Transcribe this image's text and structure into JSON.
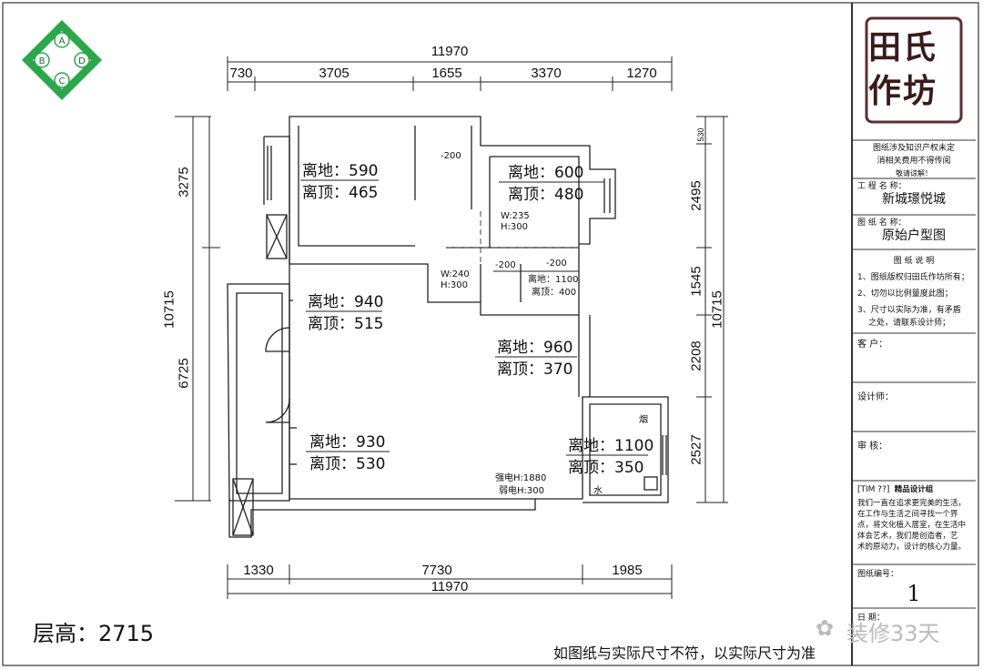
{
  "drawing": {
    "dims_top": {
      "total": "11970",
      "segments": [
        "730",
        "3705",
        "1655",
        "3370",
        "1270"
      ]
    },
    "dims_bottom": {
      "total": "11970",
      "segments": [
        "1330",
        "7730",
        "1985"
      ]
    },
    "dims_left": {
      "total": "10715",
      "segments": [
        "3275",
        "6725"
      ]
    },
    "dims_right": {
      "total": "10715",
      "segments": [
        "530",
        "2495",
        "1545",
        "2208",
        "2527"
      ]
    },
    "rooms": [
      {
        "floor": "离地：590",
        "ceiling": "离顶：465"
      },
      {
        "floor": "离地：600",
        "ceiling": "离顶：480"
      },
      {
        "floor": "离地：940",
        "ceiling": "离顶：515"
      },
      {
        "floor": "离地：960",
        "ceiling": "离顶：370"
      },
      {
        "floor": "离地：930",
        "ceiling": "离顶：530"
      },
      {
        "floor": "离地：1100",
        "ceiling": "离顶：350"
      }
    ],
    "small_notes": {
      "n1": "-200",
      "n2": "W:235",
      "n3": "H:300",
      "n4": "W:240",
      "n5": "H:300",
      "n6": "-200",
      "n7": "-200",
      "n8": "离地：1100",
      "n9": "离顶：400",
      "n10": "强电H:1880",
      "n11": "弱电H:300",
      "n12": "水",
      "n13": "烟"
    },
    "compass": {
      "a": "A",
      "b": "B",
      "c": "C",
      "d": "D"
    },
    "floor_height": "层高：2715",
    "disclaimer": "如图纸与实际尺寸不符，以实际尺寸为准",
    "watermark": "装修33天"
  },
  "title_block": {
    "logo": "田氏作坊",
    "copyright_line1": "图纸涉及知识产权未定",
    "copyright_line2": "消相关费用不得传阅",
    "copyright_line3": "敬请谅解！",
    "project_label": "工 程 名 称：",
    "project_value": "新城璟悦城",
    "drawing_label": "图 纸 名 称：",
    "drawing_value": "原始户型图",
    "notes_title": "图 纸 说 明",
    "note1": "1、图纸版权归田氏作坊所有；",
    "note2": "2、切勿以比例量度此图；",
    "note3": "3、尺寸以实际为准，有矛盾",
    "note3b": "之处，请联系设计师；",
    "client_label": "客 户：",
    "designer_label": "设计师：",
    "review_label": "审 核：",
    "team_tag": "[TIM ??]",
    "team_name": "精品设计组",
    "slogan1": "我们一直在追求更完美的生活，",
    "slogan2": "在工作与生活之间寻找一个界",
    "slogan3": "点，将文化植入居室，在生活中",
    "slogan4": "体会艺术，我们是创造者，艺",
    "slogan5": "术的原动力，设计的核心力量。",
    "sheet_label": "图纸编号：",
    "sheet_value": "1",
    "date_label": "日 期："
  }
}
